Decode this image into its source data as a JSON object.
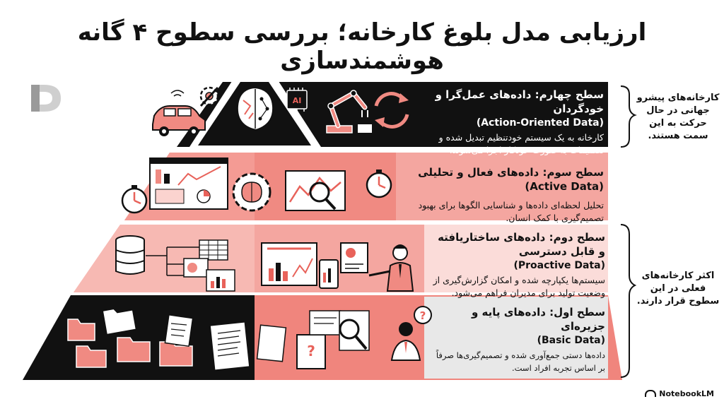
{
  "title": "ارزیابی مدل بلوغ کارخانه؛ بررسی سطوح ۴ گانه هوشمندسازی",
  "levels": [
    {
      "heading": "سطح چهارم: داده‌های عمل‌گرا و خودگردان",
      "english": "(Action-Oriented Data)",
      "desc": "کارخانه به یک سیستم خودتنظیم تبدیل شده و تصمیمات به صورت خودکار اجرا می‌شوند."
    },
    {
      "heading": "سطح سوم: داده‌های فعال و تحلیلی (Active Data)",
      "english": "",
      "desc": "تحلیل لحظه‌ای داده‌ها و شناسایی الگوها برای بهبود تصمیم‌گیری با کمک انسان."
    },
    {
      "heading": "سطح دوم: داده‌های ساختاریافته و قابل دسترسی",
      "english": "(Proactive Data)",
      "desc": "سیستم‌ها یکپارچه شده و امکان گزارش‌گیری از وضعیت تولید برای مدیران فراهم می‌شود."
    },
    {
      "heading": "سطح اول: داده‌های پایه و جزیره‌ای",
      "english": "(Basic Data)",
      "desc": "داده‌ها دستی جمع‌آوری شده و تصمیم‌گیری‌ها صرفاً بر اساس تجربه افراد است."
    }
  ],
  "side_notes": {
    "top": "کارخانه‌های پیشرو جهانی در حال حرکت به این سمت هستند.",
    "bottom": "اکثر کارخانه‌های فعلی در این سطوح قرار دارند."
  },
  "ai_chip_label": "AI",
  "brand": "NotebookLM",
  "colors": {
    "black": "#111111",
    "salmon_dark": "#e57373",
    "salmon": "#f4a6a0",
    "salmon_light": "#fbd3cf",
    "panel_pink": "#fbdcd9",
    "panel_gray": "#e8e8e8",
    "accent_red": "#e8625a"
  },
  "icons": [
    "d-logo-icon",
    "car-icon",
    "gear-wrench-icon",
    "brain-circuit-icon",
    "ai-chip-icon",
    "robot-arm-icon",
    "cycle-arrows-icon",
    "dashboard-icon",
    "stopwatch-icon",
    "brain-gear-icon",
    "analytics-magnifier-icon",
    "database-icon",
    "table-icon",
    "chart-card-icon",
    "tablet-chart-icon",
    "presenter-person-icon",
    "folder-icon",
    "document-icon",
    "magnifier-icon",
    "question-person-icon"
  ]
}
